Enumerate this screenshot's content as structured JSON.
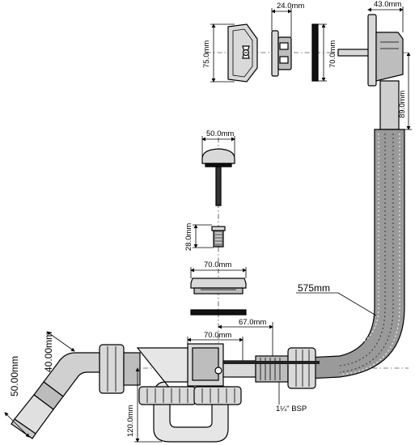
{
  "dimensions": {
    "overflow_cover_height": "75.0mm",
    "overflow_flange_width": "24.0mm",
    "gasket_height": "70.0mm",
    "overflow_body_width": "43.0mm",
    "overflow_to_hose": "89.0mm",
    "plug_diameter": "50.0mm",
    "strainer_height": "28.0mm",
    "waste_flange_diameter": "70.0mm",
    "waste_offset": "67.0mm",
    "waste_body_width": "70.0mm",
    "hose_length": "575mm",
    "thread_size": "1¼\" BSP",
    "trap_depth": "120.0mm",
    "outlet_diameter": "50.00mm",
    "elbow_diameter": "40.00mm"
  }
}
